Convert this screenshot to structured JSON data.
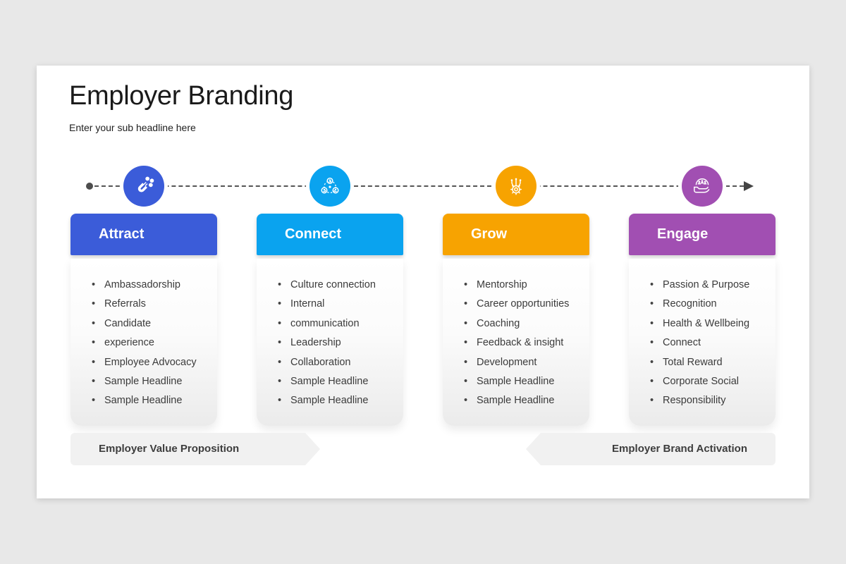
{
  "slide": {
    "title": "Employer Branding",
    "subtitle": "Enter your sub headline here"
  },
  "timeline": {
    "line_color": "#555555",
    "start": "dot",
    "end": "arrow-right"
  },
  "columns": [
    {
      "label": "Attract",
      "color": "#3B5CD9",
      "icon": "magnet-attract-icon",
      "items": [
        "Ambassadorship",
        "Referrals",
        "Candidate",
        "experience",
        "Employee Advocacy",
        "Sample Headline",
        "Sample Headline"
      ]
    },
    {
      "label": "Connect",
      "color": "#0AA3EF",
      "icon": "people-network-icon",
      "items": [
        "Culture connection",
        "Internal",
        "communication",
        "Leadership",
        "Collaboration",
        "Sample Headline",
        "Sample Headline"
      ]
    },
    {
      "label": "Grow",
      "color": "#F7A301",
      "icon": "gear-growth-icon",
      "items": [
        "Mentorship",
        "Career opportunities",
        "Coaching",
        "Feedback & insight",
        "Development",
        "Sample Headline",
        "Sample Headline"
      ]
    },
    {
      "label": "Engage",
      "color": "#A14FB2",
      "icon": "hand-holding-people-icon",
      "items": [
        "Passion & Purpose",
        "Recognition",
        "Health & Wellbeing",
        "Connect",
        "Total Reward",
        "Corporate Social",
        "Responsibility"
      ]
    }
  ],
  "banners": {
    "left": "Employer Value Proposition",
    "right": "Employer Brand Activation"
  }
}
